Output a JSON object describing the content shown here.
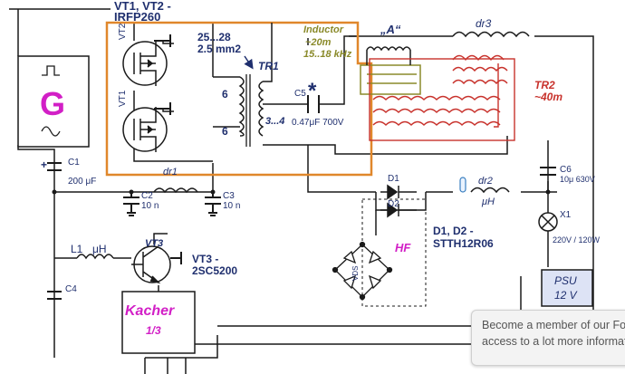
{
  "colors": {
    "wire": "#1a1a1a",
    "label_blue": "#1f2f6e",
    "orange_box": "#e0872b",
    "inductor_olive": "#8a8a2a",
    "tr2_red": "#c8322c",
    "magenta": "#d21fc6",
    "psu_fill": "#dde3f5",
    "kacher_fill": "#ffffff"
  },
  "labels": {
    "vt_title_line1": "VT1, VT2 -",
    "vt_title_line2": "IRFP260",
    "vt2": "VT2",
    "vt1": "VT1",
    "wire_size_line1": "25...28",
    "wire_size_line2": "2.5 mm2",
    "tr1": "TR1",
    "turns_primary_top": "6",
    "turns_primary_bottom": "6",
    "turns_secondary": "3...4",
    "inductor_line1": "Inductor",
    "inductor_line2": "~20m",
    "inductor_line3": "15..18 kHz",
    "point_a": "„A“",
    "dr3": "dr3",
    "tr2_line1": "TR2",
    "tr2_line2": "~40m",
    "c5": "C5",
    "c5_value": "0.47μF 700V",
    "asterisk": "*",
    "generator": "G",
    "c1": "C1",
    "c1_value": "200 μF",
    "c1_plus": "+",
    "dr1": "dr1",
    "c2": "C2",
    "c2_value": "10 n",
    "c3": "C3",
    "c3_value": "10 n",
    "l1": "L1",
    "l1_unit": "μH",
    "vt3": "VT3",
    "vt3_desc_line1": "VT3 -",
    "vt3_desc_line2": "2SC5200",
    "c4": "C4",
    "kacher_line1": "Kacher",
    "kacher_line2": "1/3",
    "d1": "D1",
    "d2": "D2",
    "vds": "VDS",
    "hf": "HF",
    "diodes_line1": "D1, D2 -",
    "diodes_line2": "STTH12R06",
    "dr2": "dr2",
    "dr2_unit": "μH",
    "c6": "C6",
    "c6_value": "10μ 630V",
    "x1": "X1",
    "x1_value": "220V / 120W",
    "psu_line1": "PSU",
    "psu_line2": "12 V"
  },
  "banner": {
    "line1": "Become a member of our Forum",
    "line2": "access to a lot more information"
  }
}
